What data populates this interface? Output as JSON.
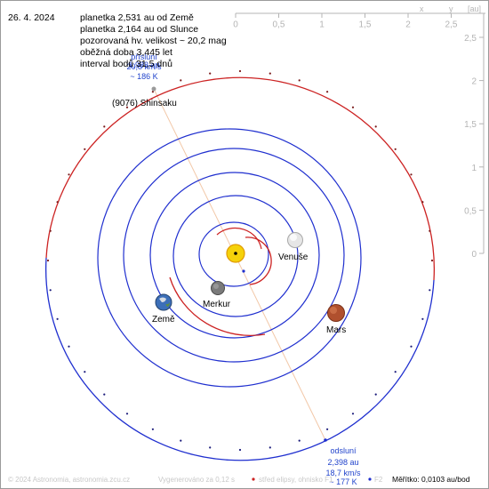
{
  "header": {
    "date": "26. 4. 2024",
    "info_lines": [
      "planetka 2,531 au od Země",
      "planetka 2,164 au od Slunce",
      "pozorovaná hv. velikost ~ 20,2 mag",
      "oběžná doba 3,445 let",
      "interval bodů 31,5 dnů"
    ]
  },
  "axes": {
    "unit_label": "[au]",
    "x_axis_letter": "x",
    "y_axis_letter": "y",
    "x_ticks": [
      "0",
      "0,5",
      "1",
      "1,5",
      "2",
      "2,5"
    ],
    "y_ticks": [
      "2,5",
      "2",
      "1,5",
      "1",
      "0,5",
      "0"
    ]
  },
  "asteroid": {
    "name": "(9076) Shinsaku",
    "perihelion_labels": [
      "přísluní",
      "1,933 au",
      "20,8 km/s",
      "~ 186 K"
    ],
    "aphelion_labels": [
      "odsluní",
      "2,398 au",
      "18,7 km/s",
      "~ 177 K"
    ]
  },
  "bodies": [
    {
      "name": "Venuše"
    },
    {
      "name": "Merkur"
    },
    {
      "name": "Země"
    },
    {
      "name": "Mars"
    }
  ],
  "footer": {
    "copyright": "© 2024 Astronomia, astronomia.zcu.cz",
    "render_time": "Vygenerováno za 0,12 s",
    "legend_center": "střed elipsy, ohnisko F1",
    "legend_f2": "F2",
    "scale": "Měřítko: 0,0103 au/bod"
  },
  "colors": {
    "text": "#000000",
    "axis_gray": "#b4b4b4",
    "asteroid_label": "#2244cc",
    "blue_orbit": "#1f2fcf",
    "red_orbit": "#cc2222",
    "line_of_apsides": "#f2c8a8",
    "footer_text": "#c8c8c8",
    "footer_red": "#cc2222",
    "footer_blue": "#2244cc"
  }
}
